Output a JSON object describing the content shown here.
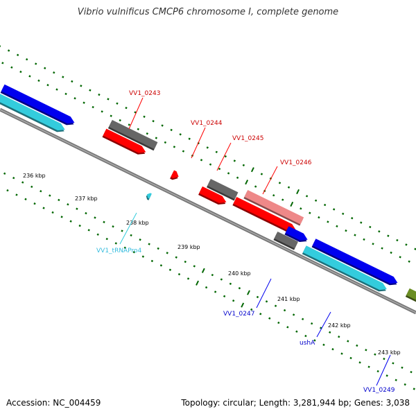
{
  "title": "Vibrio vulnificus CMCP6 chromosome I, complete genome",
  "accession": "Accession: NC_004459",
  "topology": "Topology: circular; Length: 3,281,944 bp; Genes: 3,038",
  "colors": {
    "backbone": "#888888",
    "cds_forward": "#0000ee",
    "cds_reverse": "#ff0000",
    "gene_gray": "#666666",
    "gene_pink": "#ee8888",
    "trna": "#33ccdd",
    "rrna_olive": "#6b8e23",
    "tick_green": "#006600",
    "label_red": "#cc0000",
    "label_blue": "#0000cc",
    "label_cyan": "#33bbdd"
  },
  "kbp_labels": [
    "236 kbp",
    "237 kbp",
    "238 kbp",
    "239 kbp",
    "240 kbp",
    "241 kbp",
    "242 kbp",
    "243 kbp"
  ],
  "gene_labels": [
    {
      "id": "VV1_0243",
      "text": "VV1_0243",
      "color": "red"
    },
    {
      "id": "VV1_0244",
      "text": "VV1_0244",
      "color": "red"
    },
    {
      "id": "VV1_0245",
      "text": "VV1_0245",
      "color": "red"
    },
    {
      "id": "VV1_0246",
      "text": "VV1_0246",
      "color": "red"
    },
    {
      "id": "VV1_tRNAPro4",
      "text": "VV1_tRNAPro4",
      "color": "cyan"
    },
    {
      "id": "VV1_0247",
      "text": "VV1_0247",
      "color": "blue"
    },
    {
      "id": "ushA",
      "text": "ushA",
      "color": "blue"
    },
    {
      "id": "VV1_0249",
      "text": "VV1_0249",
      "color": "blue"
    }
  ],
  "features": [
    {
      "name": "feature-blue-left",
      "color": "cds_forward",
      "strand": "+"
    },
    {
      "name": "feature-cyan-left",
      "color": "trna",
      "strand": "+"
    },
    {
      "name": "feature-gray-0243",
      "color": "gene_gray",
      "strand": "+"
    },
    {
      "name": "feature-red-0243",
      "color": "cds_reverse",
      "strand": "+"
    },
    {
      "name": "feature-red-0244",
      "color": "cds_reverse",
      "strand": "+"
    },
    {
      "name": "feature-trna-pro4",
      "color": "trna",
      "strand": "-"
    },
    {
      "name": "feature-gray-0245",
      "color": "gene_gray",
      "strand": "+"
    },
    {
      "name": "feature-red-0245",
      "color": "cds_reverse",
      "strand": "+"
    },
    {
      "name": "feature-pink-0246",
      "color": "gene_pink",
      "strand": "+"
    },
    {
      "name": "feature-red-0246",
      "color": "cds_reverse",
      "strand": "+"
    },
    {
      "name": "feature-blue-0247-arrow",
      "color": "cds_forward",
      "strand": "+"
    },
    {
      "name": "feature-gray-0247",
      "color": "gene_gray",
      "strand": "+"
    },
    {
      "name": "feature-blue-ushA",
      "color": "cds_forward",
      "strand": "+"
    },
    {
      "name": "feature-cyan-ushA",
      "color": "trna",
      "strand": "+"
    },
    {
      "name": "feature-blue-0249",
      "color": "cds_forward",
      "strand": "+"
    },
    {
      "name": "feature-olive-0249",
      "color": "rrna_olive",
      "strand": "+"
    }
  ]
}
